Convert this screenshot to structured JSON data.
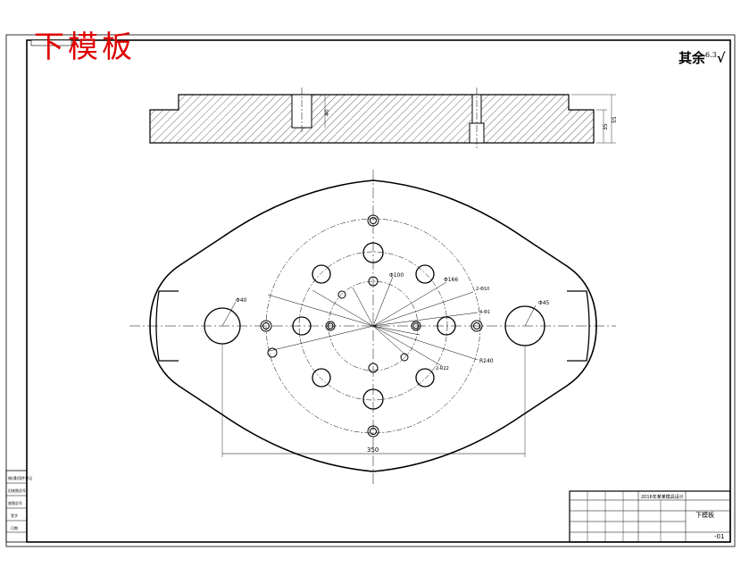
{
  "drawing": {
    "title": "下模板",
    "roughness_note": "其余",
    "roughness_value": "6.3"
  },
  "dimensions": {
    "width_350": "350",
    "dia_40": "Φ40",
    "dia_45": "Φ45",
    "dia_100": "Φ100",
    "dia_166": "Φ166",
    "r240": "R240",
    "hole_2_dia10": "2-Φ10",
    "hole_4_dia": "4-Φ1",
    "hole_2_r22": "2-R22",
    "thick_55": "55",
    "thick_35": "35",
    "depth_40": "40"
  },
  "title_block": {
    "name": "下模板",
    "code": "-01",
    "header": "2016年某某模具设计"
  },
  "left_block_labels": [
    "借(通)用件登记",
    "旧底图总号",
    "底图总号",
    "签字",
    "日期"
  ]
}
